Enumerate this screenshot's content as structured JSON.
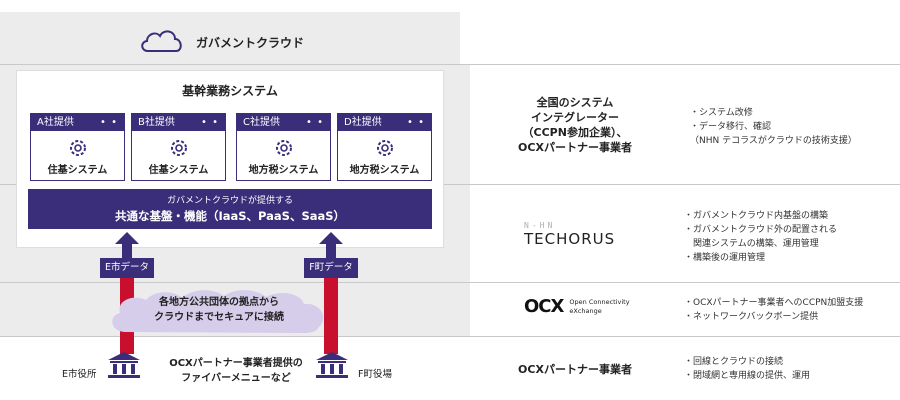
{
  "cloud": {
    "title": "ガバメントクラウド"
  },
  "core": {
    "title": "基幹業務システム",
    "modules": [
      {
        "vendor": "A社提供",
        "label": "住基システム"
      },
      {
        "vendor": "B社提供",
        "label": "住基システム"
      },
      {
        "vendor": "C社提供",
        "label": "地方税システム"
      },
      {
        "vendor": "D社提供",
        "label": "地方税システム"
      }
    ],
    "dots": "• •"
  },
  "platform": {
    "sub": "ガバメントクラウドが提供する",
    "main": "共通な基盤・機能（IaaS、PaaS、SaaS）"
  },
  "data_flows": {
    "left_label": "E市データ",
    "right_label": "F町データ"
  },
  "network": {
    "line1": "各地方公共団体の拠点から",
    "line2": "クラウドまでセキュアに接続"
  },
  "offices": {
    "left": "E市役所",
    "right": "F町役場"
  },
  "bottom_center": {
    "line1": "OCXパートナー事業者提供の",
    "line2": "ファイバーメニューなど"
  },
  "rows": [
    {
      "title_lines": [
        "全国のシステム",
        "インテグレーター",
        "（CCPN参加企業）、",
        "OCXパートナー事業者"
      ],
      "bullets": [
        "・システム改修",
        "・データ移行、確認",
        "（NHN テコラスがクラウドの技術支援）"
      ]
    },
    {
      "logo": {
        "top": "N-HN",
        "name": "TECHORUS"
      },
      "bullets": [
        "・ガバメントクラウド内基盤の構築",
        "・ガバメントクラウド外の配置される",
        "　関連システムの構築、運用管理",
        "・構築後の運用管理"
      ]
    },
    {
      "logo": {
        "mark": "OCX",
        "sub_line1": "Open Connectivity",
        "sub_line2": "eXchange"
      },
      "bullets": [
        "・OCXパートナー事業者へのCCPN加盟支援",
        "・ネットワークバックボーン提供"
      ]
    },
    {
      "title_lines": [
        "OCXパートナー事業者"
      ],
      "bullets": [
        "・回線とクラウドの接続",
        "・閉域網と専用線の提供、運用"
      ]
    }
  ],
  "colors": {
    "navy": "#3a2e7a",
    "red": "#c8102e",
    "gray_band": "#ececec",
    "lavender": "#d6cdea"
  }
}
